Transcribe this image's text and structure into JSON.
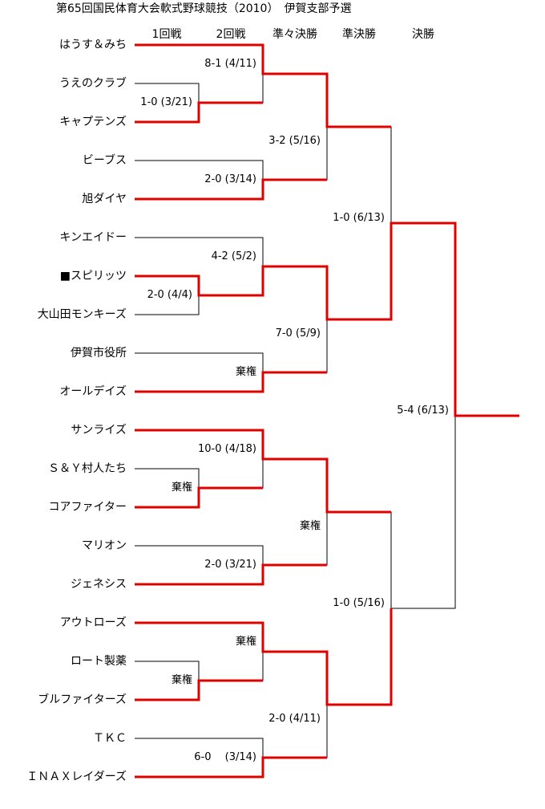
{
  "page_title": "第65回国民体育大会軟式野球競技（2010）　伊賀支部予選",
  "rounds": [
    "1回戦",
    "2回戦",
    "準々決勝",
    "準決勝",
    "決勝"
  ],
  "teams": [
    "はうす＆みち",
    "うえのクラブ",
    "キャプテンズ",
    "ビーブス",
    "旭ダイヤ",
    "キンエイドー",
    "■スピリッツ",
    "大山田モンキーズ",
    "伊賀市役所",
    "オールデイズ",
    "サンライズ",
    "Ｓ＆Ｙ村人たち",
    "コアファイター",
    "マリオン",
    "ジェネシス",
    "アウトローズ",
    "ロート製薬",
    "ブルファイターズ",
    "ＴＫＣ",
    "ＩＮＡＸレイダーズ"
  ],
  "results": {
    "r1_1": "1-0 (3/21)",
    "r2_1": "8-1 (4/11)",
    "r2_2": "2-0 (3/14)",
    "r3_1": "3-2 (5/16)",
    "r1_2": "2-0 (4/4)",
    "r2_3": "4-2 (5/2)",
    "r2_4": "棄権",
    "r3_2": "7-0 (5/9)",
    "r4_1": "1-0 (6/13)",
    "r1_3": "棄権",
    "r2_5": "10-0 (4/18)",
    "r2_6": "2-0 (3/21)",
    "r3_3": "棄権",
    "r1_4": "棄権",
    "r2_7": "棄権",
    "r2_8": "6-0　 (3/14)",
    "r3_4": "2-0 (4/11)",
    "r4_2": "1-0 (5/16)",
    "final": "5-4 (6/13)"
  },
  "colors": {
    "winner_line": "#e00000",
    "loser_line": "#000000"
  }
}
